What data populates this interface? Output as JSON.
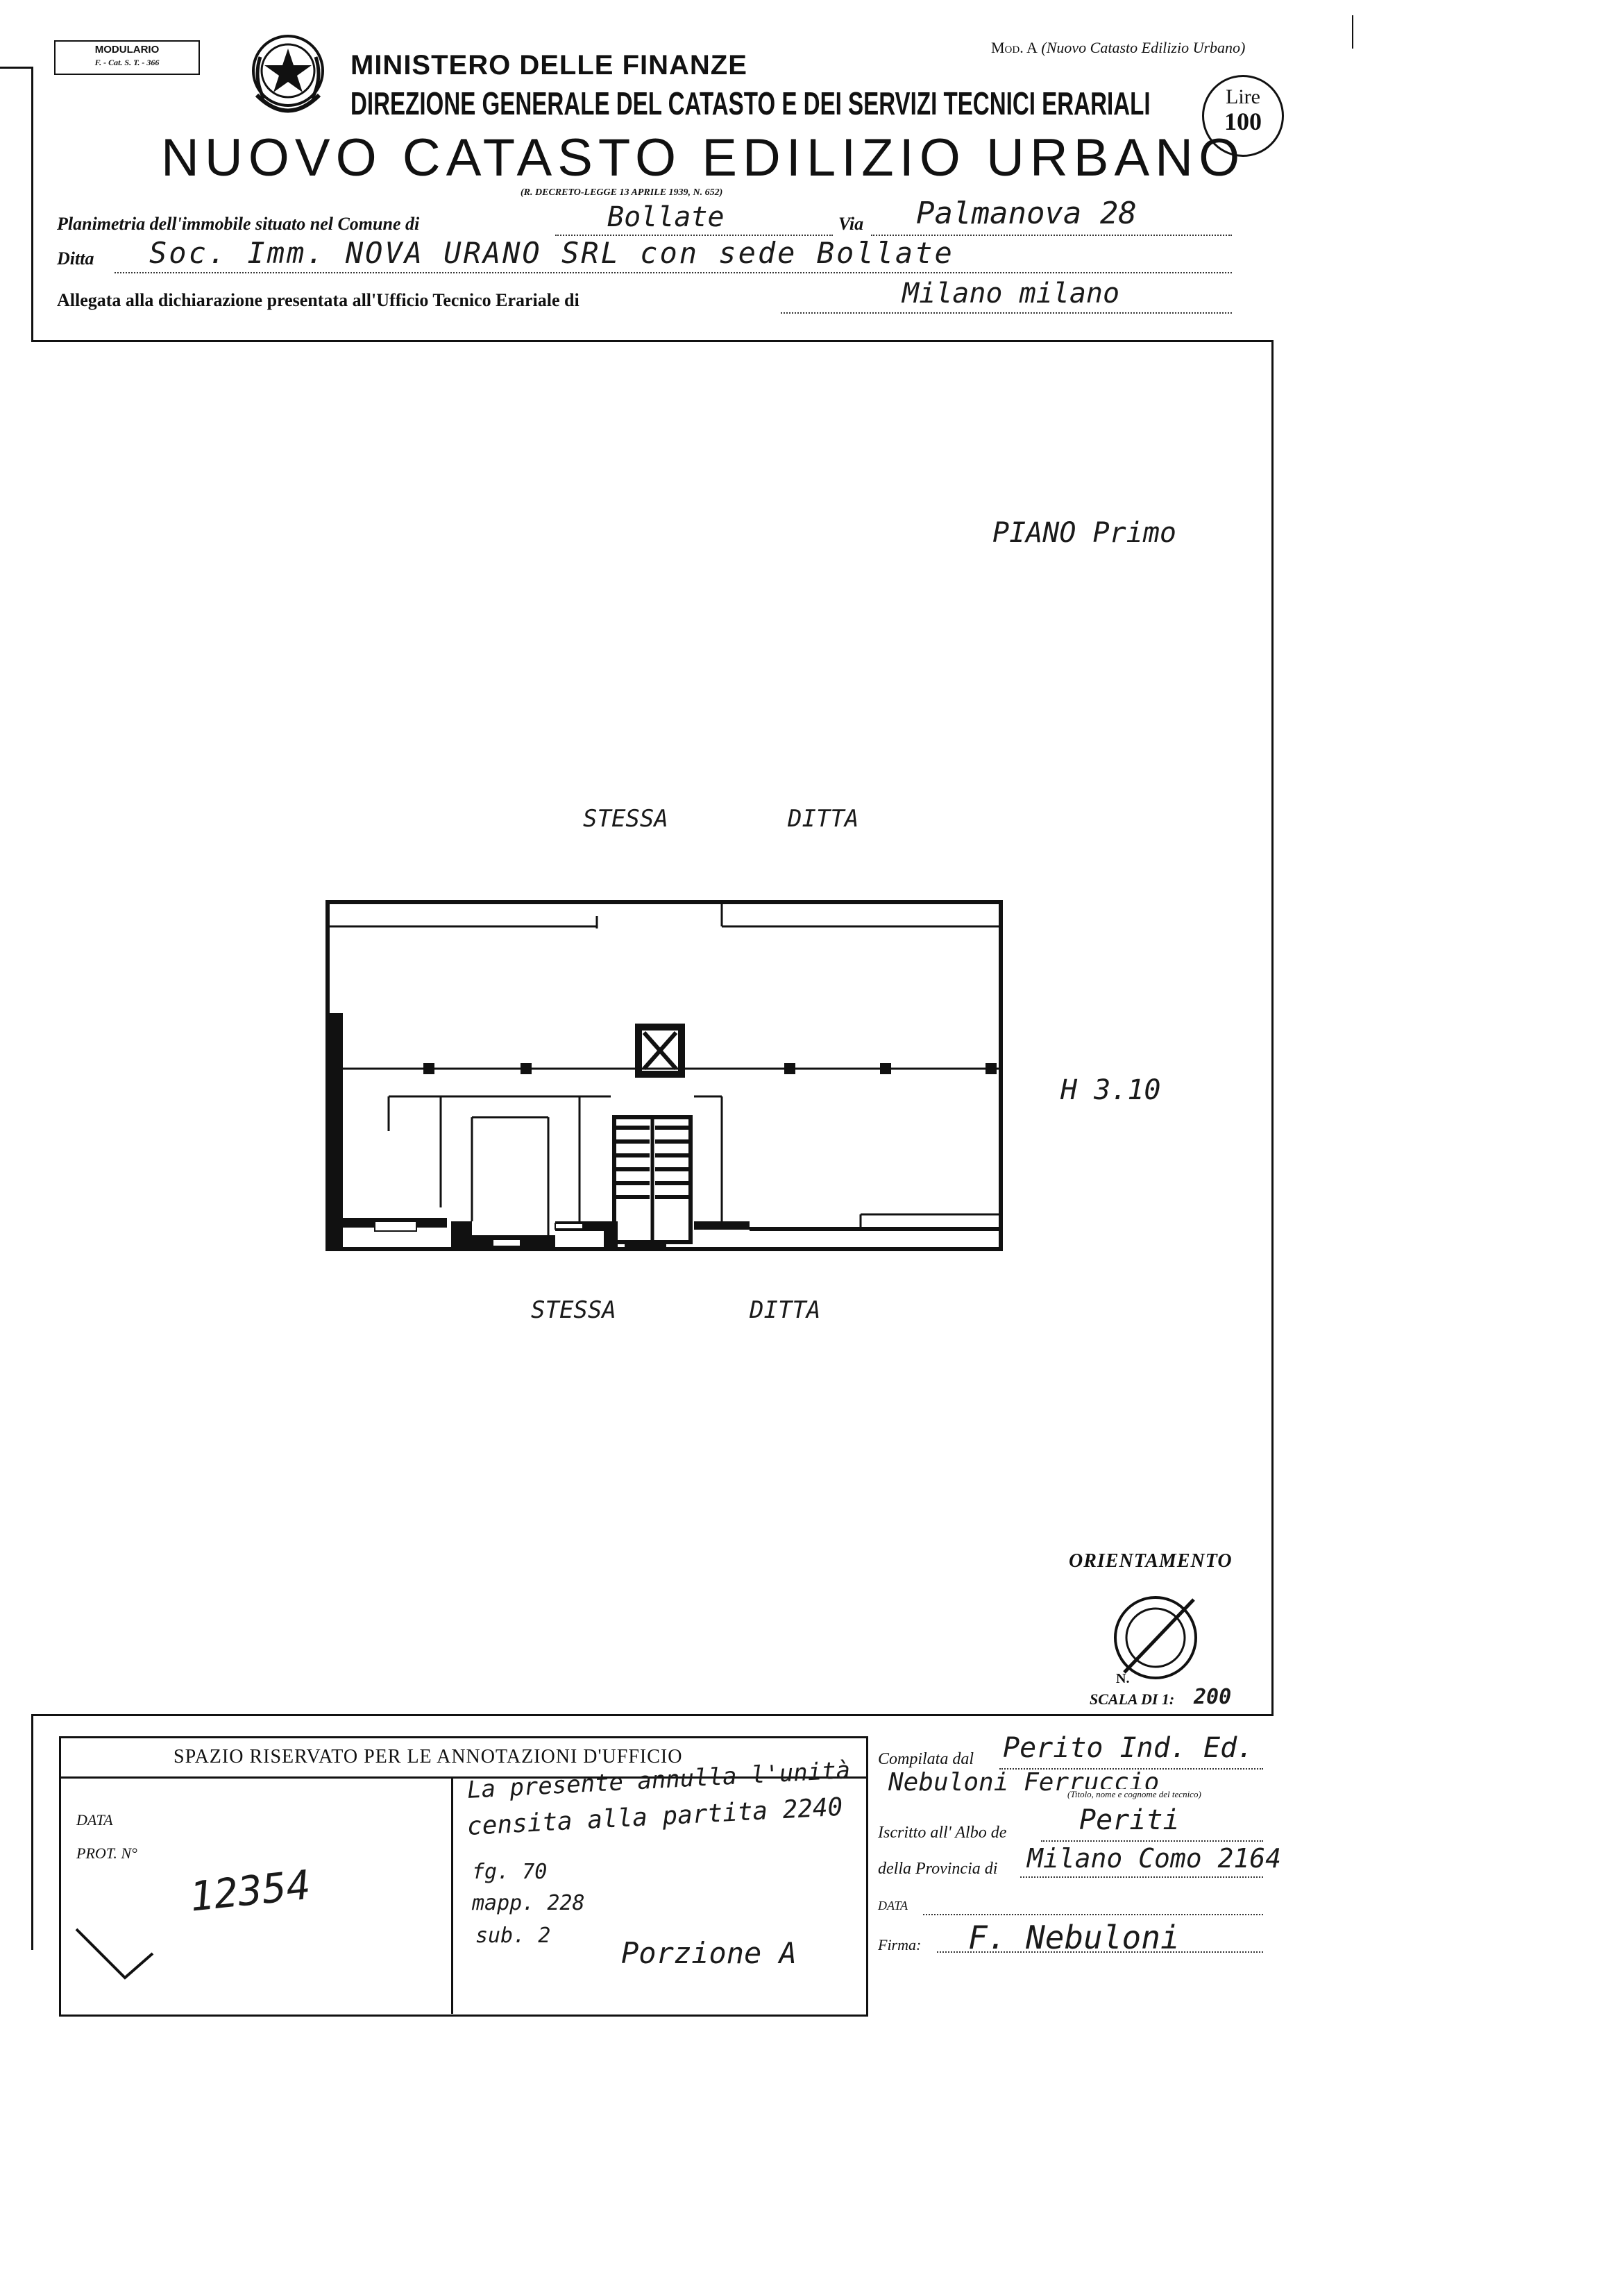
{
  "header": {
    "modulario_line1": "MODULARIO",
    "modulario_line2": "F. - Cat. S. T. - 366",
    "mod_a": "Mod. A",
    "mod_a_note": "(Nuovo Catasto Edilizio Urbano)",
    "ministry": "MINISTERO DELLE FINANZE",
    "direzione": "DIREZIONE GENERALE DEL CATASTO E DEI SERVIZI TECNICI ERARIALI",
    "lire_label": "Lire",
    "lire_value": "100",
    "title": "NUOVO CATASTO EDILIZIO URBANO",
    "decree": "(R. DECRETO-LEGGE 13 APRILE 1939, N. 652)"
  },
  "fields": {
    "planimetria_label": "Planimetria dell'immobile situato nel Comune di",
    "comune_value": "Bollate",
    "via_label": "Via",
    "via_value": "Palmanova 28",
    "ditta_label": "Ditta",
    "ditta_value": "Soc. Imm. NOVA URANO SRL con sede Bollate",
    "allegata_label": "Allegata alla dichiarazione presentata all'Ufficio Tecnico Erariale di",
    "allegata_value": "Milano milano"
  },
  "plan": {
    "floor_label": "PIANO Primo",
    "top_neighbor_1": "STESSA",
    "top_neighbor_2": "DITTA",
    "bottom_neighbor_1": "STESSA",
    "bottom_neighbor_2": "DITTA",
    "height_note": "H 3.10",
    "orientation_label": "ORIENTAMENTO",
    "north_label": "N.",
    "scale_label": "SCALA DI 1:",
    "scale_value": "200"
  },
  "office": {
    "box_title": "SPAZIO RISERVATO PER LE ANNOTAZIONI D'UFFICIO",
    "data_label": "DATA",
    "prot_label": "PROT. N°",
    "prot_value": "12354",
    "note_line1": "La presente annulla l'unità",
    "note_line2": "censita alla partita 2240",
    "note_line3": "fg. 70",
    "note_line4": "mapp. 228",
    "note_line5": "sub. 2",
    "porzione": "Porzione A"
  },
  "compiler": {
    "compilata_label": "Compilata dal",
    "compilata_value": "Perito Ind. Ed.",
    "compilata_name": "Nebuloni Ferruccio",
    "titolo_note": "(Titolo, nome e cognome del tecnico)",
    "iscritto_label": "Iscritto all' Albo de",
    "iscritto_value": "Periti",
    "provincia_label": "della Provincia di",
    "provincia_value": "Milano Como 2164",
    "data_label": "DATA",
    "firma_label": "Firma:",
    "firma_value": "F. Nebuloni"
  }
}
